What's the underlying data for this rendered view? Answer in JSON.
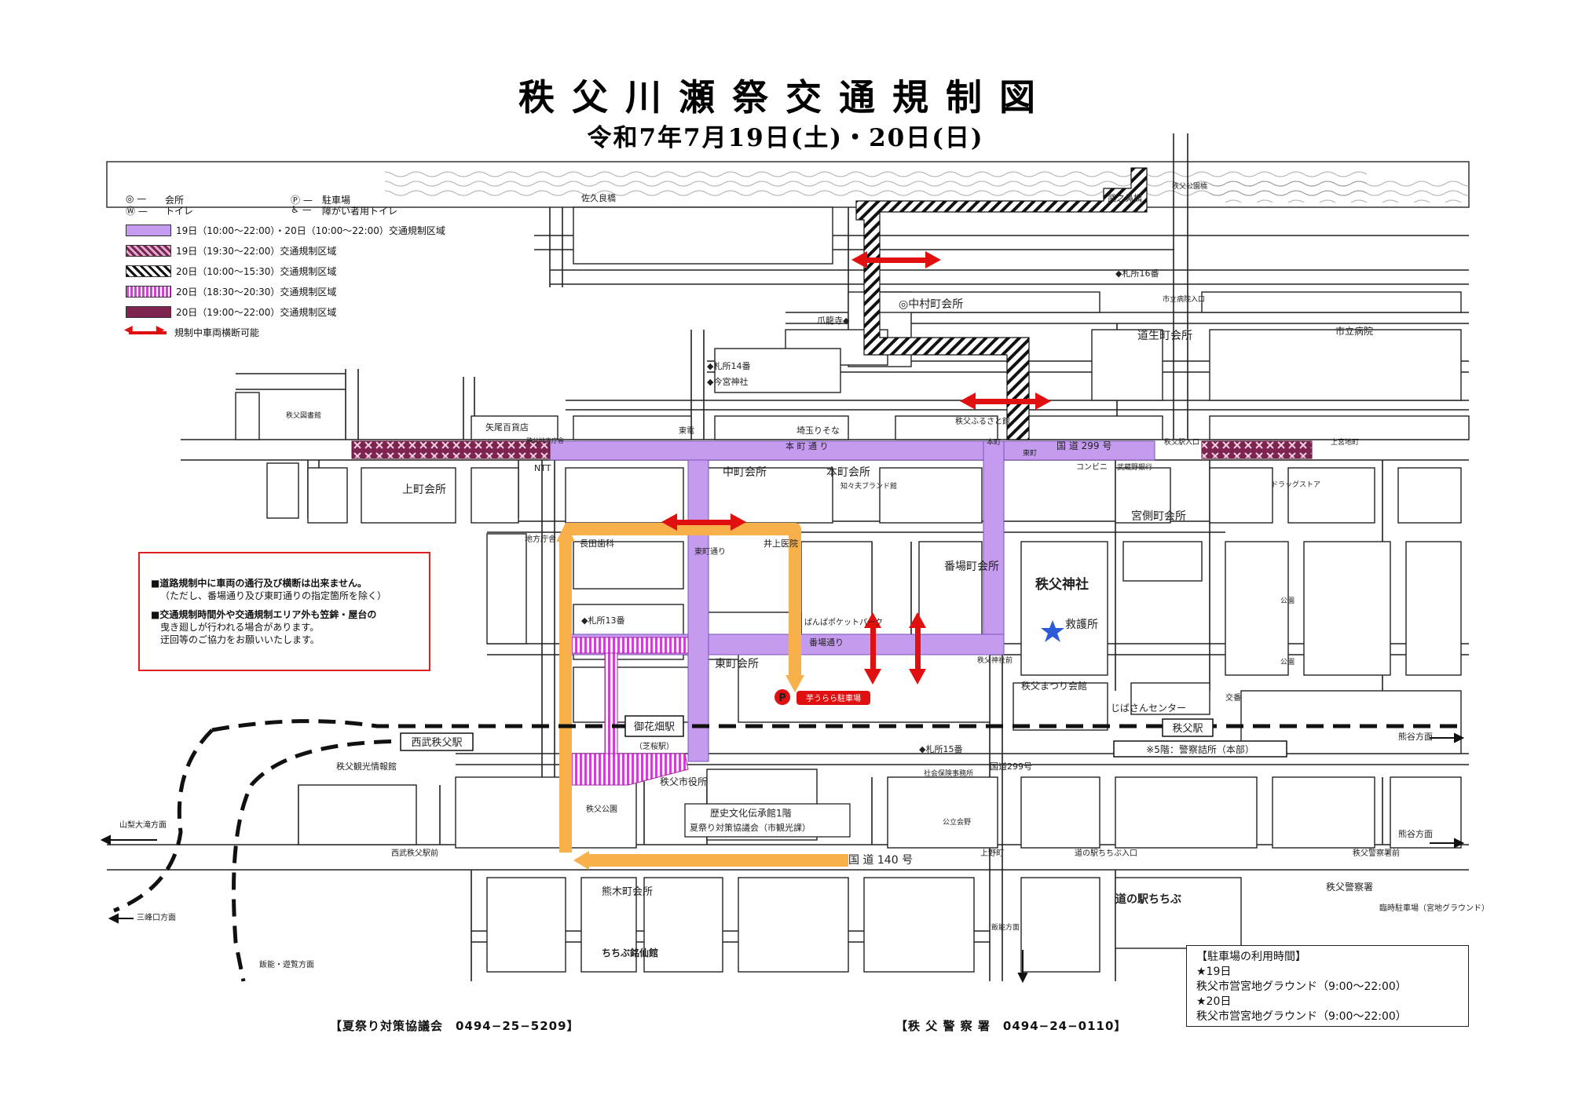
{
  "title": "秩父川瀬祭交通規制図",
  "date": "令和7年7月19日(土)・20日(日)",
  "legend": {
    "hall": "会所",
    "toilet": "トイレ",
    "parking": "駐車場",
    "accessible_toilet": "障がい者用トイレ",
    "zones": [
      {
        "style": "purple",
        "label": "19日（10:00〜22:00）・20日（10:00〜22:00）交通規制区域"
      },
      {
        "style": "maroon-cross",
        "label": "19日（19:30〜22:00）交通規制区域"
      },
      {
        "style": "black-hatch",
        "label": "20日（10:00〜15:30）交通規制区域"
      },
      {
        "style": "pink-stripe",
        "label": "20日（18:30〜20:30）交通規制区域"
      },
      {
        "style": "maroon-dots",
        "label": "20日（19:00〜22:00）交通規制区域"
      },
      {
        "style": "red-arrow",
        "label": "規制中車両横断可能"
      }
    ]
  },
  "notice": {
    "line1": "■道路規制中に車両の通行及び横断は出来ません。",
    "line1_sub": "（ただし、番場通り及び東町通りの指定箇所を除く）",
    "line2": "■交通規制時間外や交通規制エリア外も笠鉾・屋台の",
    "line2_b": "曳き廻しが行われる場合があります。",
    "line2_sub": "迂回等のご協力をお願いいたします。"
  },
  "map_labels": {
    "sakuura": "佐久良橋",
    "takenose": "武之鼻橋",
    "park_bridge": "秩父公園橋",
    "fuda16": "◆札所16番",
    "fuda14": "◆札所14番",
    "imamiya": "◆今宮神社",
    "fuda13": "◆札所13番",
    "fuda15": "◆札所15番",
    "soryuji": "爪龍寺◆",
    "nakamura": "◎中村町会所",
    "hospital_entrance": "市立病院入口",
    "hospital": "市立病院",
    "michio": "道生町会所",
    "hon_dori": "本 町 通 り",
    "route299": "国 道 299 号",
    "route299_v": "国道299号",
    "route140": "国 道 140 号",
    "yao": "矢尾百貨店",
    "ntt": "NTT",
    "kamimachi": "上町会所",
    "nakamachi": "中町会所",
    "honmachi": "本町会所",
    "miyagawa": "宮側町会所",
    "banba_kaisho": "番場町会所",
    "higashi_kaisho": "東町会所",
    "kumagi": "熊木町会所",
    "higashimachi_dori": "東町通り",
    "banba_dori": "番場通り",
    "shrine": "秩父神社",
    "first_aid": "救護所",
    "nagata": "長田歯科",
    "inoue": "井上医院",
    "chiji": "地方庁舎",
    "poketto": "ぱんぱポケットパーク",
    "imo": "芋うらら駐車場",
    "matsuri_kaikan": "秩父まつり会館",
    "jibasan": "じばさんセンター",
    "chichibu_st": "秩父駅",
    "police_hq": "※5階：警察詰所（本部）",
    "seibu_st": "西武秩父駅",
    "ohanabatake": "御花畑駅",
    "shibazakura": "（芝桜駅）",
    "kanko": "秩父観光情報館",
    "park": "秩父公園",
    "city_hall": "秩父市役所",
    "rekishi1": "歴史文化伝承館1階",
    "rekishi2": "夏祭り対策協議会（市観光課）",
    "shakai": "社会保険事務所",
    "kumagaya1": "熊谷方面",
    "kumagaya2": "熊谷方面",
    "yamanashi": "山梨大滝方面",
    "mitsumine": "三峰口方面",
    "hanno": "飯能・遊覧方面",
    "hanno2": "飯能方面",
    "michinoeki": "道の駅ちちぶ",
    "michinoeki_entry": "道の駅ちちぶ入口",
    "police": "秩父警察署",
    "police_front": "秩父警察署前",
    "rinji": "臨時駐車場（宮地グラウンド）",
    "furusatokan": "秩父ふるさと館",
    "meisenkan": "ちちぶ銘仙館",
    "seibu_front": "西武秩父駅前",
    "city_office_front": "秩父地方庁舎",
    "uenomachi": "上野町",
    "kamimiyaji": "上宮地町",
    "entrance_chichibu": "秩父駅入口",
    "kamimachi_tower": "東町",
    "honmachi_int": "本町",
    "saitama_resona": "埼玉りそな",
    "higashi_int": "東電",
    "chichibu_jinja_front": "秩父神社前",
    "kobetsu": "交番",
    "drug": "ドラッグストア",
    "konbini": "コンビニ",
    "bukashin": "武蔵野銀行",
    "chichibu_lib": "秩父図書館",
    "shinkin": "知々夫ブランド館",
    "kenpo": "公園",
    "kokan": "公園",
    "nakamichi": "公立会野"
  },
  "parking_info": {
    "title": "【駐車場の利用時間】",
    "day1": "★19日",
    "day1_place": "秩父市営宮地グラウンド（9:00〜22:00）",
    "day2": "★20日",
    "day2_place": "秩父市営宮地グラウンド（9:00〜22:00）"
  },
  "footer": {
    "left": "【夏祭り対策協議会　0494−25−5209】",
    "right": "【秩 父 警 察 署　0494−24−0110】"
  },
  "colors": {
    "purple": "#c59bf0",
    "maroon": "#7d2450",
    "pink": "#d23fd2",
    "orange": "#f7b04a",
    "red": "#e01010",
    "blue_star": "#2b5bd6"
  }
}
